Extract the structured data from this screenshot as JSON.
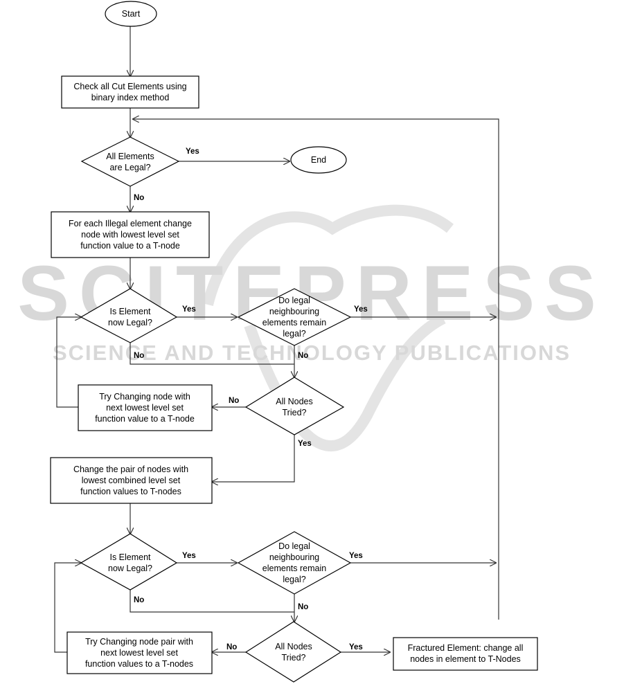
{
  "watermark": {
    "main": "SCITEPRESS",
    "tagline": "SCIENCE AND TECHNOLOGY PUBLICATIONS"
  },
  "nodes": {
    "start": [
      "Start"
    ],
    "check_cut": [
      "Check all Cut Elements using",
      "binary index method"
    ],
    "all_legal": [
      "All Elements",
      "are Legal?"
    ],
    "end": [
      "End"
    ],
    "change_node": [
      "For each Illegal element change",
      "node with lowest level set",
      "function value to a T-node"
    ],
    "is_legal_1": [
      "Is Element",
      "now Legal?"
    ],
    "neighbours_1": [
      "Do legal",
      "neighbouring",
      "elements remain",
      "legal?"
    ],
    "try_next_node": [
      "Try Changing node with",
      "next lowest level set",
      "function value to a T-node"
    ],
    "nodes_tried_1": [
      "All Nodes",
      "Tried?"
    ],
    "change_pair": [
      "Change the pair of nodes with",
      "lowest combined level set",
      "function values to T-nodes"
    ],
    "is_legal_2": [
      "Is Element",
      "now Legal?"
    ],
    "neighbours_2": [
      "Do legal",
      "neighbouring",
      "elements remain",
      "legal?"
    ],
    "try_next_pair": [
      "Try Changing node pair with",
      "next lowest level set",
      "function values to a T-nodes"
    ],
    "nodes_tried_2": [
      "All Nodes",
      "Tried?"
    ],
    "fractured": [
      "Fractured Element: change all",
      "nodes in element to T-Nodes"
    ]
  },
  "edge_labels": {
    "all_legal_yes": "Yes",
    "all_legal_no": "No",
    "is_legal_1_yes": "Yes",
    "is_legal_1_no": "No",
    "neighbours_1_yes": "Yes",
    "neighbours_1_no": "No",
    "nodes_tried_1_no": "No",
    "nodes_tried_1_yes": "Yes",
    "is_legal_2_yes": "Yes",
    "is_legal_2_no": "No",
    "neighbours_2_yes": "Yes",
    "neighbours_2_no": "No",
    "nodes_tried_2_no": "No",
    "nodes_tried_2_yes": "Yes"
  }
}
